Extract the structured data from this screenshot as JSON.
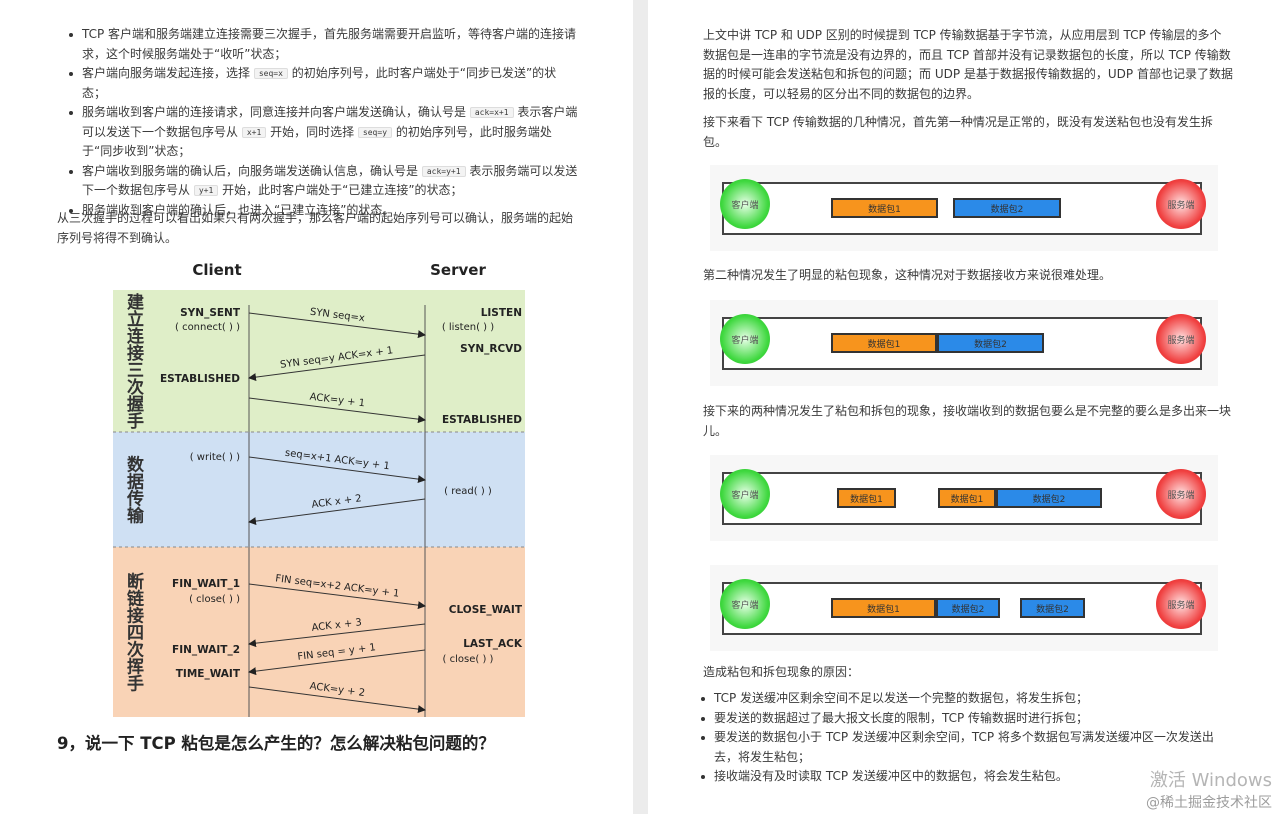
{
  "left": {
    "bullets": [
      {
        "parts": [
          "TCP 客户端和服务端建立连接需要三次握手，首先服务端需要开启监听，等待客户端的连接请求，这个时候服务端处于“收听”状态；"
        ]
      },
      {
        "parts": [
          "客户端向服务端发起连接，选择 ",
          "seq=x",
          " 的初始序列号，此时客户端处于“同步已发送”的状态；"
        ]
      },
      {
        "parts": [
          "服务端收到客户端的连接请求，同意连接并向客户端发送确认，确认号是 ",
          "ack=x+1",
          " 表示客户端可以发送下一个数据包序号从 ",
          "x+1",
          " 开始，同时选择 ",
          "seq=y",
          " 的初始序列号，此时服务端处于“同步收到”状态；"
        ]
      },
      {
        "parts": [
          "客户端收到服务端的确认后，向服务端发送确认信息，确认号是 ",
          "ack=y+1",
          " 表示服务端可以发送下一个数据包序号从 ",
          "y+1",
          " 开始，此时客户端处于“已建立连接”的状态；"
        ]
      },
      {
        "parts": [
          "服务端收到客户端的确认后，也进入“已建立连接”的状态。"
        ]
      }
    ],
    "paragraph": "从三次握手的过程可以看出如果只有两次握手，那么客户端的起始序列号可以确认，服务端的起始序列号将得不到确认。",
    "diagram": {
      "client": "Client",
      "server": "Server",
      "phases": [
        {
          "label": "建立连接三次握手",
          "color": "#dfeec8"
        },
        {
          "label": "数据传输",
          "color": "#cfe0f3"
        },
        {
          "label": "断链接四次挥手",
          "color": "#f9d3b6"
        }
      ],
      "client_states": [
        "SYN_SENT",
        "( connect( ) )",
        "ESTABLISHED",
        "( write( ) )",
        "FIN_WAIT_1",
        "( close( ) )",
        "FIN_WAIT_2",
        "TIME_WAIT"
      ],
      "server_states": [
        "LISTEN",
        "( listen( ) )",
        "SYN_RCVD",
        "ESTABLISHED",
        "( read( ) )",
        "CLOSE_WAIT",
        "LAST_ACK",
        "( close( ) )"
      ],
      "messages": [
        "SYN seq=x",
        "SYN seq=y ACK=x + 1",
        "ACK=y + 1",
        "seq=x+1 ACK=y + 1",
        "ACK x + 2",
        "FIN seq=x+2 ACK=y + 1",
        "ACK x + 3",
        "FIN seq = y + 1",
        "ACK=y + 2"
      ]
    },
    "heading": "9，说一下 TCP 粘包是怎么产生的？怎么解决粘包问题的？"
  },
  "right": {
    "p1": "上文中讲 TCP 和 UDP 区别的时候提到 TCP 传输数据基于字节流，从应用层到 TCP 传输层的多个数据包是一连串的字节流是没有边界的，而且 TCP 首部并没有记录数据包的长度，所以 TCP 传输数据的时候可能会发送粘包和拆包的问题；而 UDP 是基于数据报传输数据的，UDP 首部也记录了数据报的长度，可以轻易的区分出不同的数据包的边界。",
    "p2": "接下来看下 TCP 传输数据的几种情况，首先第一种情况是正常的，既没有发送粘包也没有发生拆包。",
    "p3": "第二种情况发生了明显的粘包现象，这种情况对于数据接收方来说很难处理。",
    "p4": "接下来的两种情况发生了粘包和拆包的现象，接收端收到的数据包要么是不完整的要么是多出来一块儿。",
    "client_label": "客户端",
    "server_label": "服务端",
    "pkt1": "数据包1",
    "pkt2": "数据包2",
    "p5": "造成粘包和拆包现象的原因：",
    "reasons": [
      "TCP 发送缓冲区剩余空间不足以发送一个完整的数据包，将发生拆包；",
      "要发送的数据超过了最大报文长度的限制，TCP 传输数据时进行拆包；",
      "要发送的数据包小于 TCP 发送缓冲区剩余空间，TCP 将多个数据包写满发送缓冲区一次发送出去，将发生粘包；",
      "接收端没有及时读取 TCP 发送缓冲区中的数据包，将会发生粘包。"
    ],
    "watermark_os": "激活 Windows",
    "watermark_site": "@稀土掘金技术社区"
  }
}
